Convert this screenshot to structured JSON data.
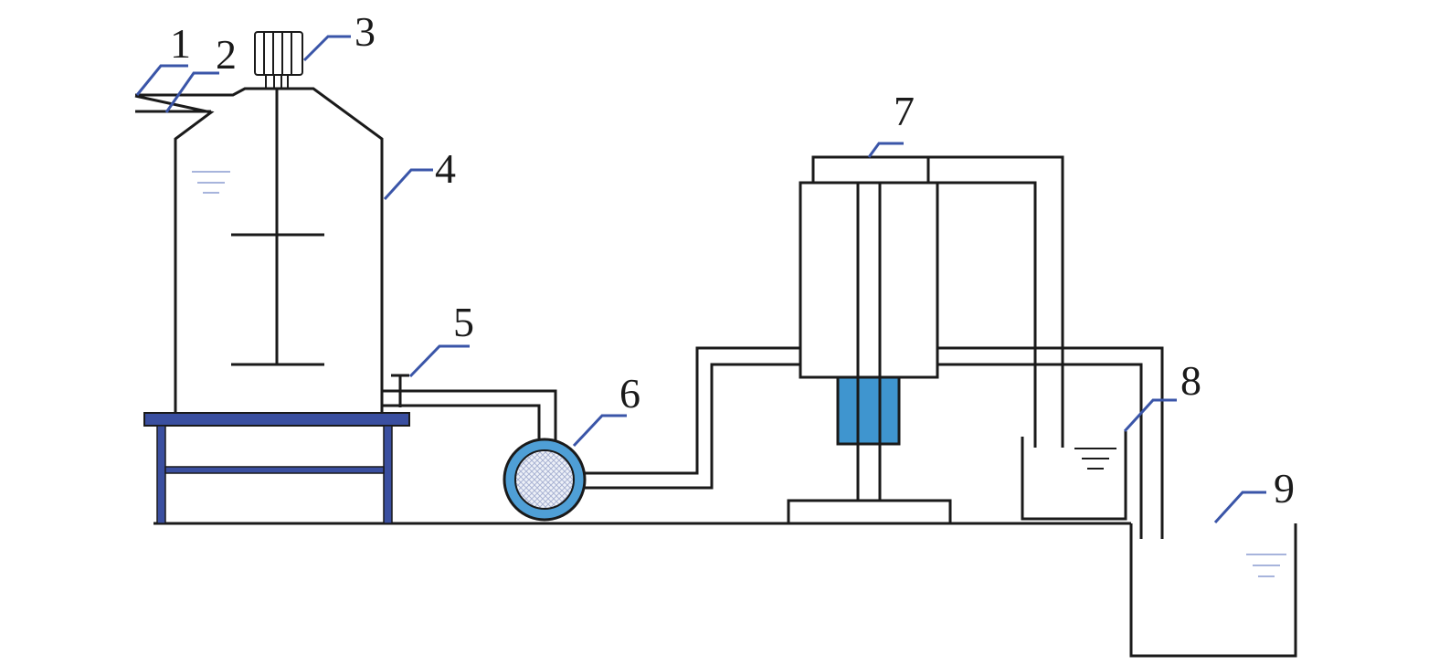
{
  "labels": {
    "l1": "1",
    "l2": "2",
    "l3": "3",
    "l4": "4",
    "l5": "5",
    "l6": "6",
    "l7": "7",
    "l8": "8",
    "l9": "9"
  },
  "colors": {
    "stroke": "#1a1a1a",
    "leader": "#3a55a8",
    "table": "#3a4fa0",
    "pump": "#4f9fd6",
    "membrane": "#3f95cf",
    "water_level": "#8a9bd0"
  }
}
